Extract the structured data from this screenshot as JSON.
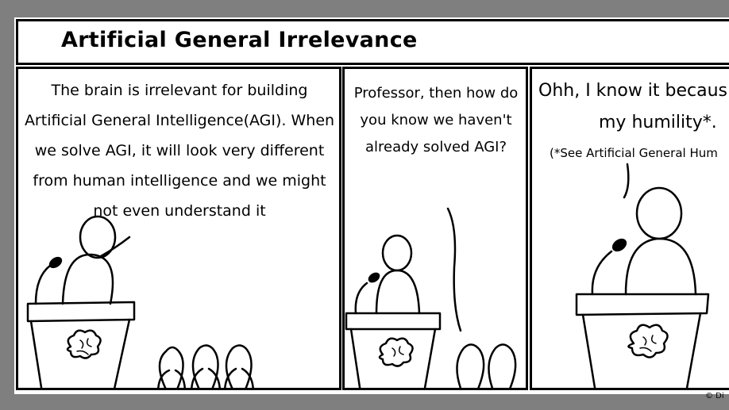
{
  "comic": {
    "title": "Artificial General Irrelevance",
    "panel1": {
      "speech": "The brain is irrelevant for building Artificial General Intelligence(AGI). When we solve AGI, it will look very different from human intelligence and we might not even understand it"
    },
    "panel2": {
      "speech": "Professor, then how do you know we haven't already solved AGI?"
    },
    "panel3": {
      "speech_line1": "Ohh,  I know it becaus",
      "speech_line2": "my humility*.",
      "footnote": "(*See Artificial General Hum"
    },
    "copyright": "© Di"
  }
}
